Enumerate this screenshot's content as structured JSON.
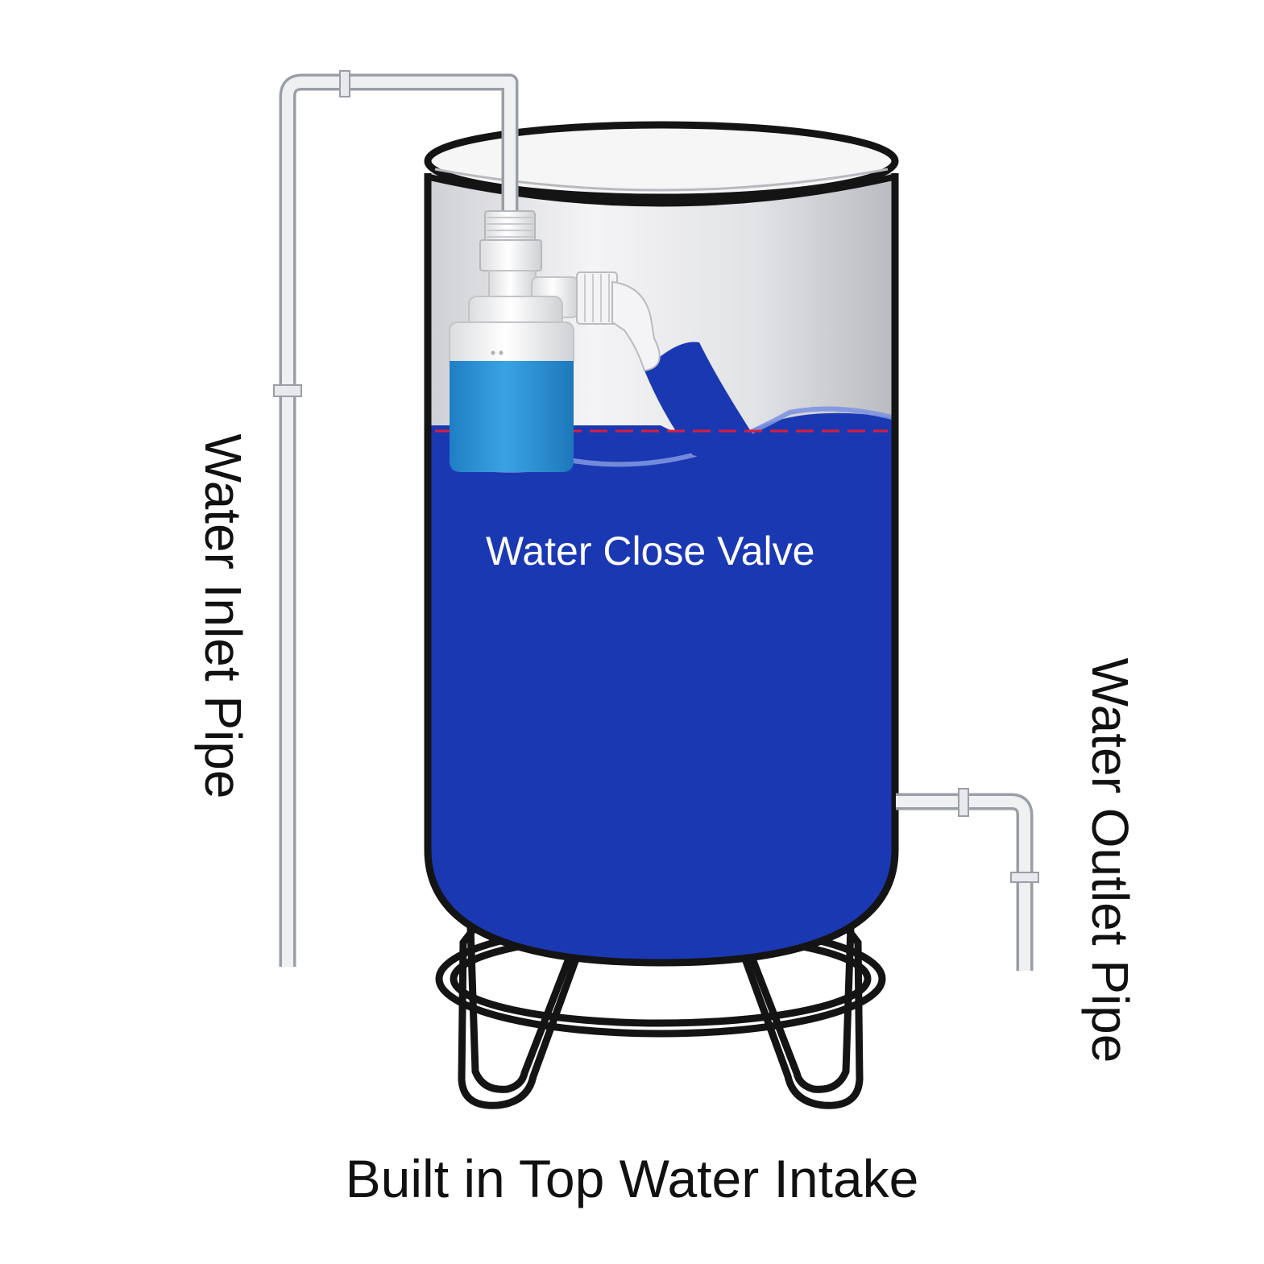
{
  "labels": {
    "inlet": "Water Inlet Pipe",
    "outlet": "Water Outlet Pipe",
    "valve": "Water Close Valve",
    "caption": "Built in Top Water Intake"
  },
  "colors": {
    "water": "#1b38b3",
    "float_blue": "#2b93d6",
    "pipe": "#e2e3e6",
    "pipe_outline": "#9a9ea6",
    "frame": "#141414",
    "level_line": "#d81e3c",
    "background": "#ffffff"
  },
  "icons": {
    "valve": "float-valve-icon",
    "tank": "water-tank-icon"
  }
}
